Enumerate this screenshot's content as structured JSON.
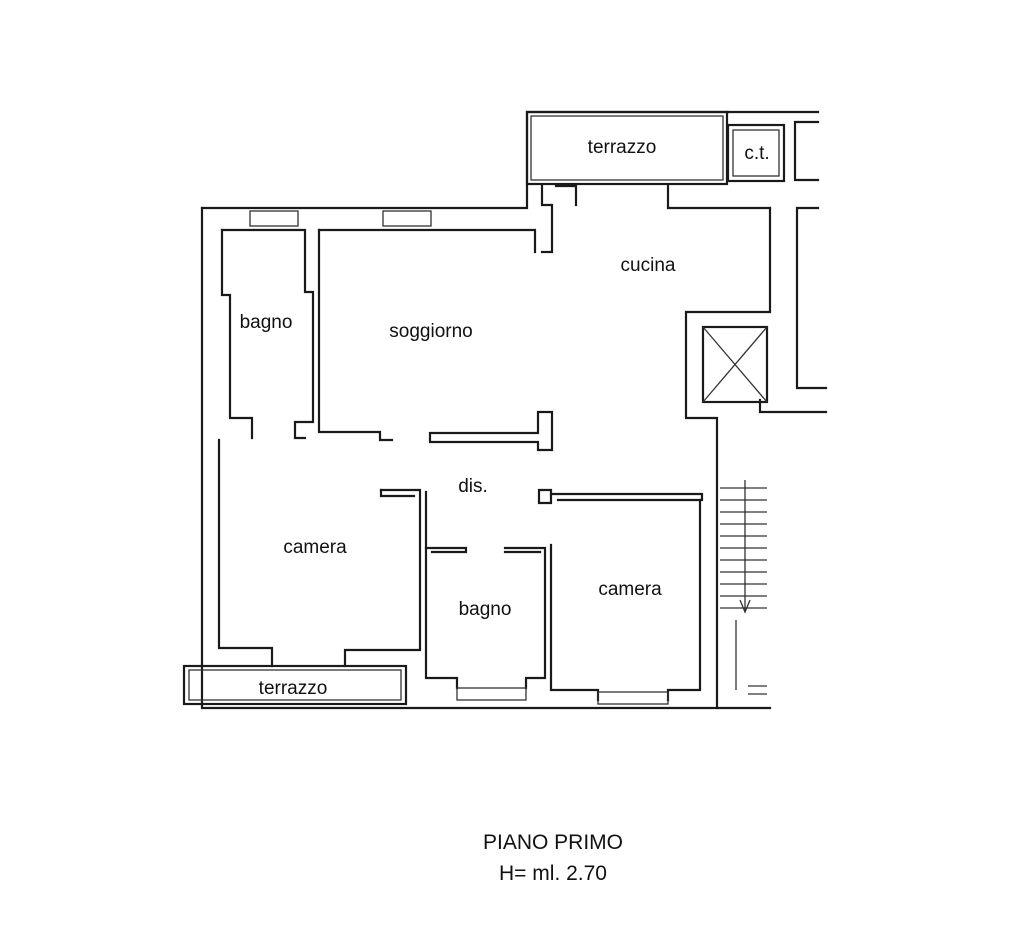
{
  "rooms": {
    "terrazzo_top": "terrazzo",
    "ct": "c.t.",
    "cucina": "cucina",
    "bagno_left": "bagno",
    "soggiorno": "soggiorno",
    "dis": "dis.",
    "camera_left": "camera",
    "bagno_center": "bagno",
    "camera_right": "camera",
    "terrazzo_bottom": "terrazzo"
  },
  "caption": {
    "floor": "PIANO PRIMO",
    "height": "H= ml. 2.70"
  }
}
